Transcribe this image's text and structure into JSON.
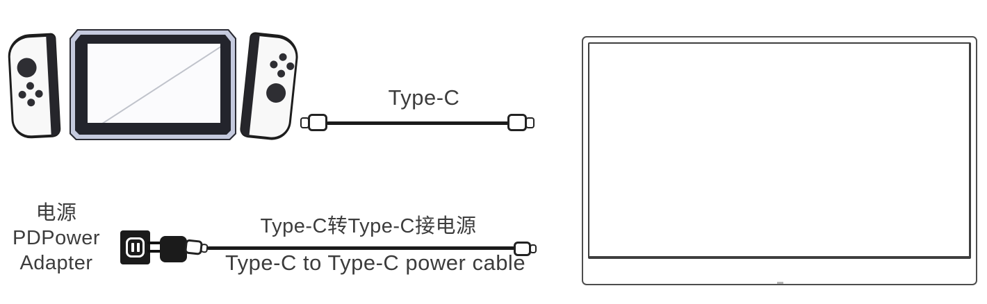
{
  "labels": {
    "typec_cable": "Type-C",
    "power_cable_cn": "Type-C转Type-C接电源",
    "power_cable_en": "Type-C to Type-C power cable"
  },
  "power_adapter": {
    "line1_cn": "电源",
    "line2": "PDPower",
    "line3": "Adapter"
  },
  "icons": {
    "switch_console": "nintendo-switch-console",
    "joycon_left": "joycon-left",
    "joycon_right": "joycon-right",
    "typec_plug": "usb-c-connector",
    "wall_outlet": "wall-outlet",
    "adapter_brick": "power-adapter-brick",
    "monitor": "portable-monitor-outline"
  },
  "colors": {
    "ink": "#1d1d1d",
    "text": "#3c3c3c",
    "console_frame": "#c5cade",
    "console_bezel": "#23242c",
    "monitor_line": "#4d4d4d",
    "background": "#ffffff"
  }
}
